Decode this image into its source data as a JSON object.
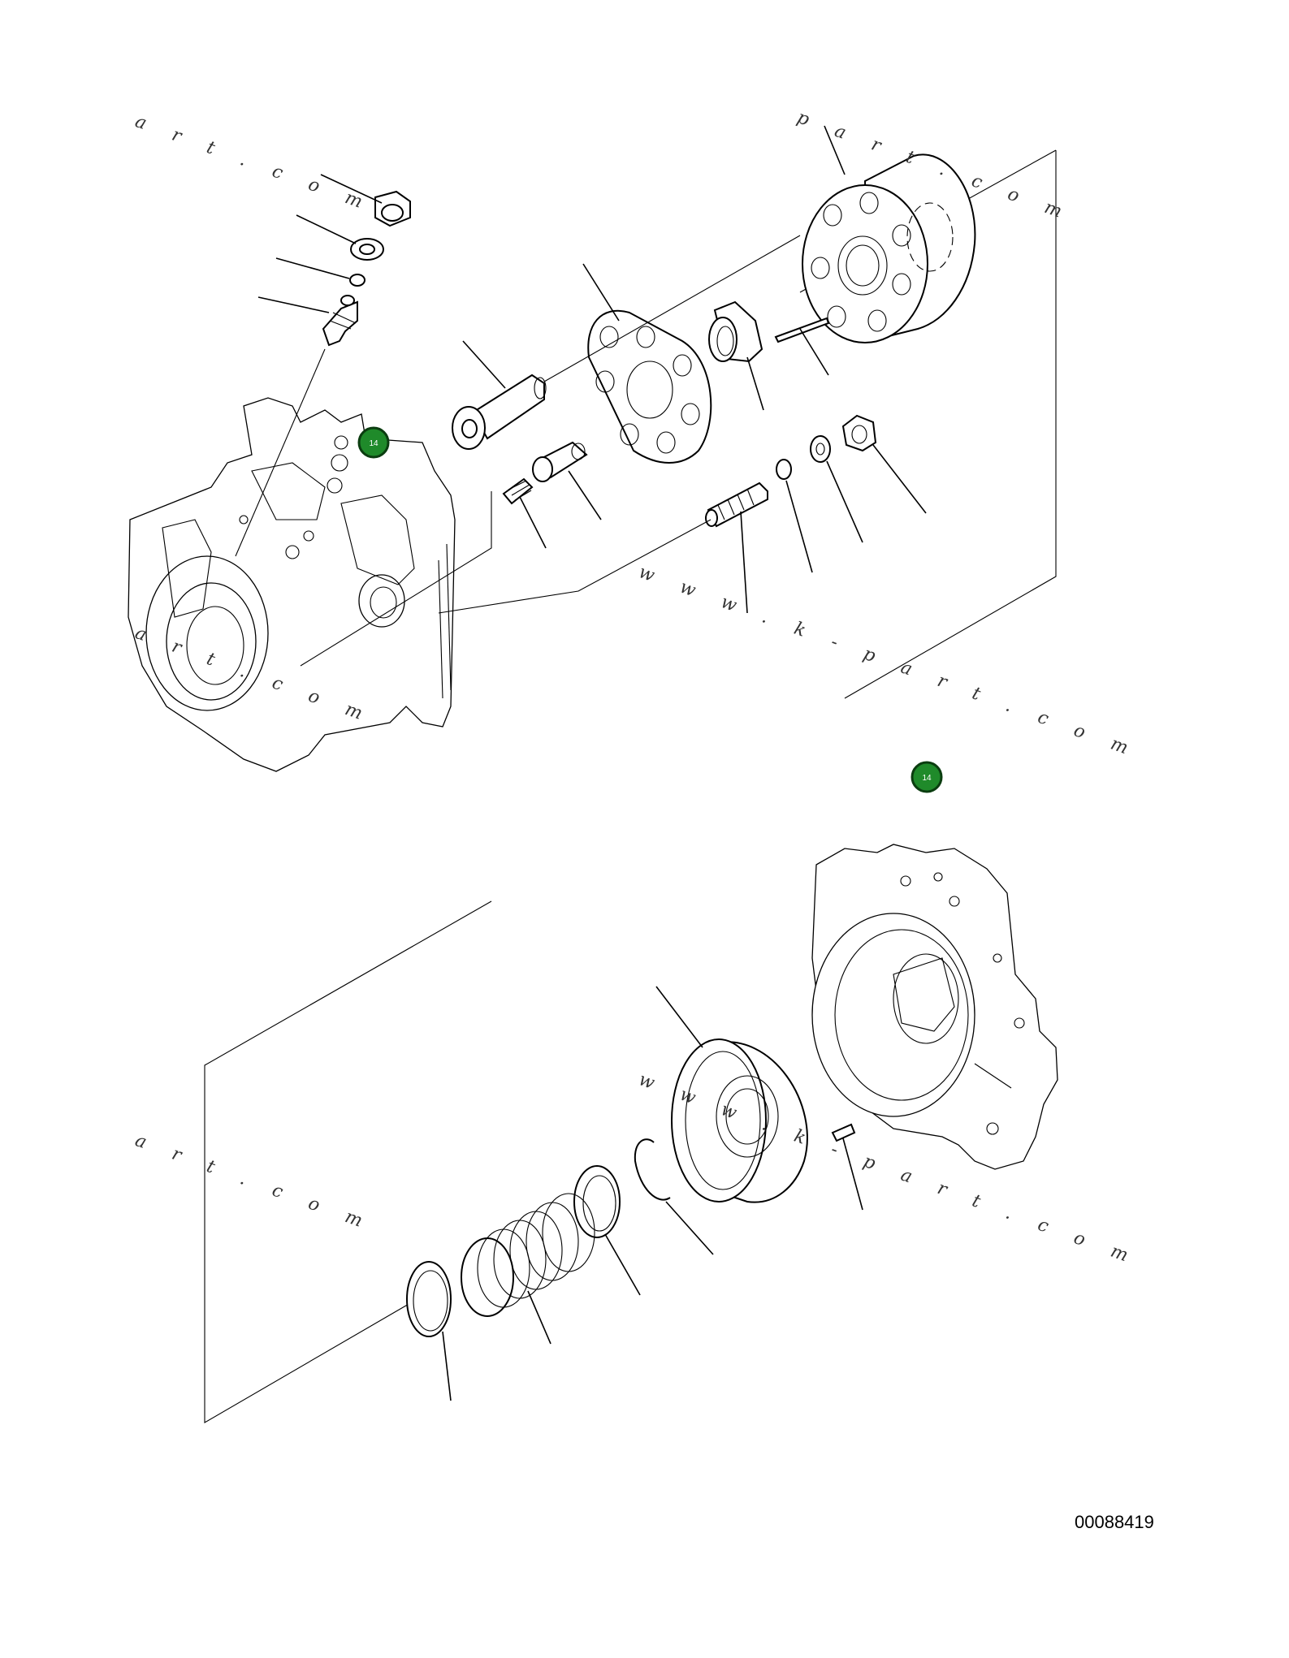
{
  "document_code": "00088419",
  "callouts": [
    {
      "id": "callout-1",
      "label": "14"
    },
    {
      "id": "callout-2",
      "label": "14"
    }
  ],
  "watermarks": {
    "w1": "a r t . c o m",
    "w2": "p a r t . c o m",
    "w3": "a r t . c o m",
    "w4": "w w w . k - p a r t . c o m",
    "w5": "a r t . c o m",
    "w6": "w w w . k - p a r t . c o m"
  },
  "colors": {
    "callout_fill": "#1f8a2a",
    "callout_ring": "#0b3d10",
    "line": "#000000",
    "background": "#ffffff"
  }
}
